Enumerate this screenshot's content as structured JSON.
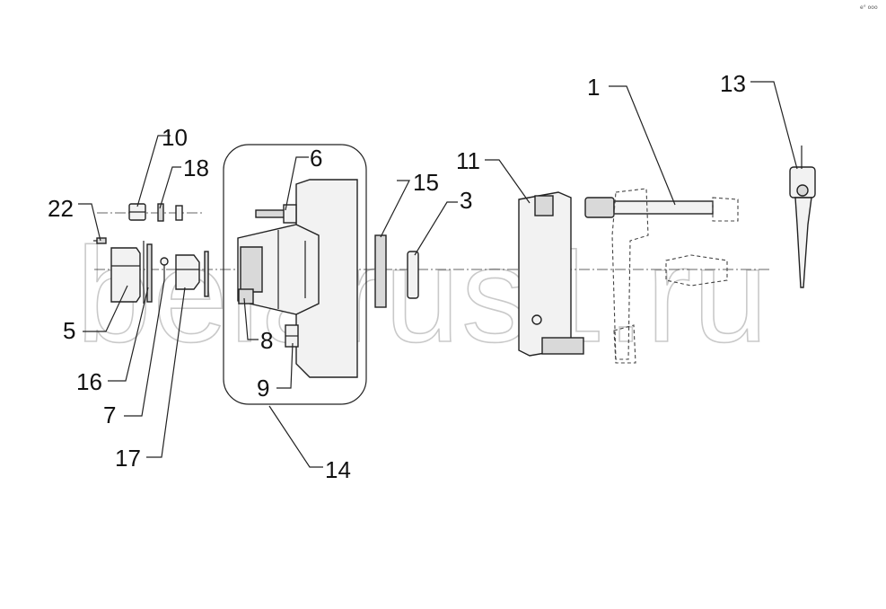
{
  "callouts": {
    "c1": "1",
    "c3": "3",
    "c5": "5",
    "c6": "6",
    "c7": "7",
    "c8": "8",
    "c9": "9",
    "c10": "10",
    "c11": "11",
    "c13": "13",
    "c14": "14",
    "c15": "15",
    "c16": "16",
    "c17": "17",
    "c18": "18",
    "c22": "22"
  },
  "watermark": "belarus1.ru",
  "corner_mark": "e° ooo"
}
